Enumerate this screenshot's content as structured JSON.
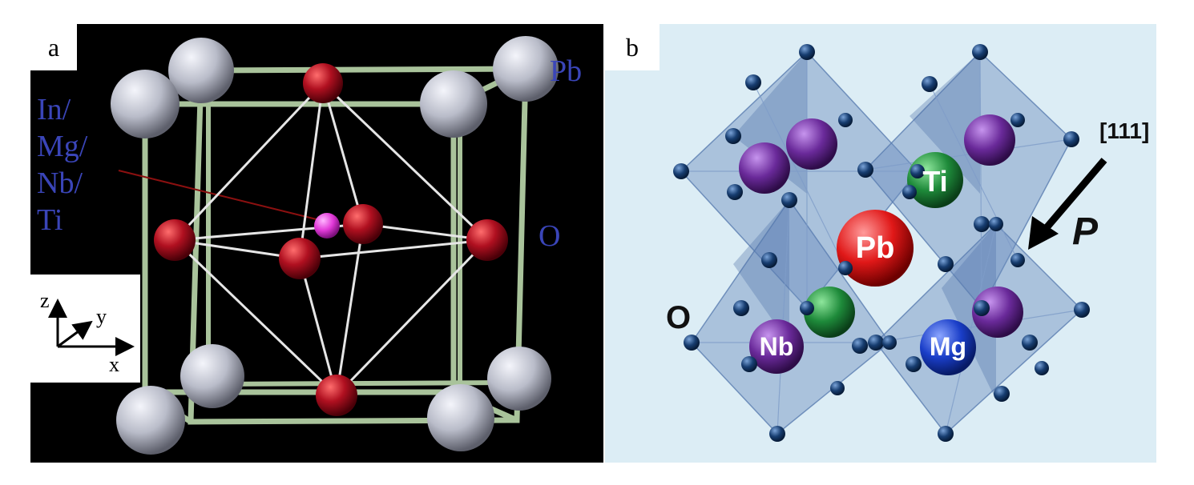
{
  "panel_a": {
    "letter": "a",
    "labels": {
      "pb": "Pb",
      "o": "O",
      "b_site": [
        "In/",
        "Mg/",
        "Nb/",
        "Ti"
      ]
    },
    "axes": {
      "z": "z",
      "y": "y",
      "x": "x"
    }
  },
  "panel_b": {
    "letter": "b",
    "atoms": {
      "ti": "Ti",
      "pb": "Pb",
      "nb": "Nb",
      "mg": "Mg",
      "o": "O"
    },
    "direction": "[111]",
    "polarization": "P"
  },
  "colors": {
    "pb_atom": "#b9bcc9",
    "o_atom_a": "#b01020",
    "b_site_atom": "#e23ad8",
    "nb_atom": "#6a2a9a",
    "ti_atom": "#1e8a3a",
    "mg_atom": "#1a3ec8",
    "pb_atom_b": "#e01818",
    "o_atom_b": "#173d70",
    "label_blue": "#3a45b8"
  }
}
